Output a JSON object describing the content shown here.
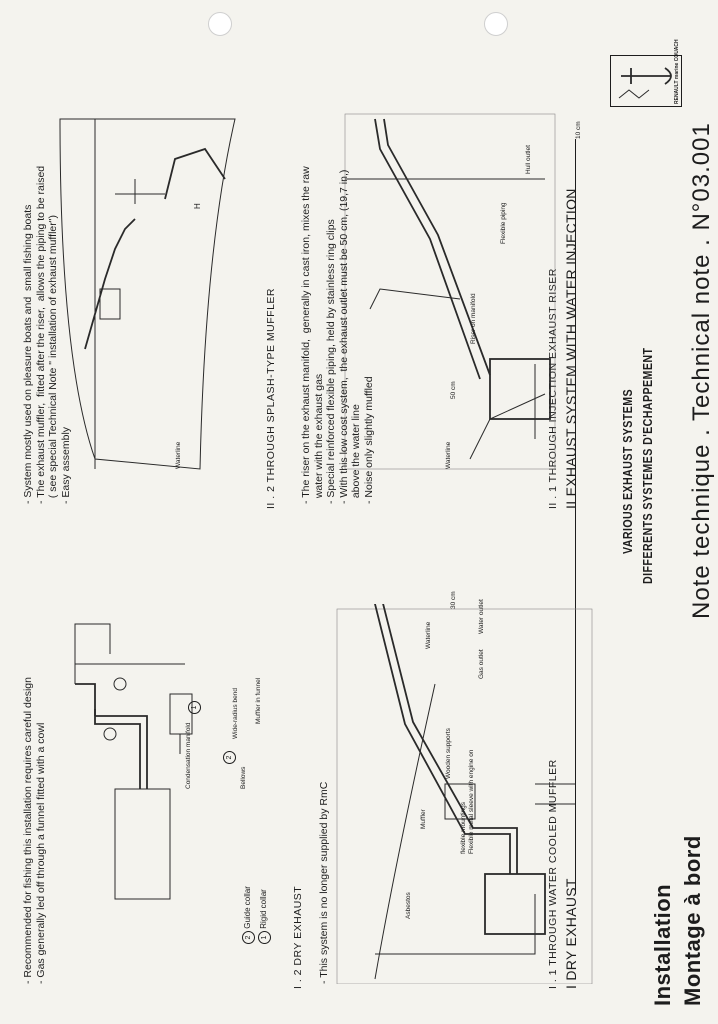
{
  "header": {
    "title_left_1": "Montage à bord",
    "title_left_2": "Installation",
    "title_main": "Note technique . Technical note . N°03.001",
    "subtitle_fr": "DIFFERENTS SYSTEMES D'ECHAPPEMENT",
    "subtitle_en": "VARIOUS EXHAUST SYSTEMS",
    "logo_text": "RENAULT marine COUACH"
  },
  "sections": {
    "dry_title": "I DRY EXHAUST",
    "i1_title": "I . 1   THROUGH WATER COOLED MUFFLER",
    "i1_note": "- This system is no longer supplied by RmC",
    "i2_title": "I . 2   DRY EXHAUST",
    "i2_legend_1": "Rigid collar",
    "i2_legend_2": "Guide collar",
    "i2_notes": "- Recommended for fishing this installation requires careful design\n- Gas generally led off through a funnel fitted with a cowl",
    "wet_title": "II EXHAUST SYSTEM WITH WATER INJECTION",
    "ii1_title": "II . 1   THROUGH INJECTION EXHAUST RISER",
    "ii1_notes": "- The riser on the exhaust manifold,  generally in cast iron, mixes the raw\n  water with the exhaust gas\n- Special reinforced flexible piping, held by stainless ring clips\n- With this low cost system,  the exhaust outlet must be 50 cm, (19,7 in,)\n  above the water line\n- Noise only slightly muffled",
    "ii2_title": "II . 2   THROUGH SPLASH-TYPE MUFFLER",
    "ii2_notes": "- System mostly used on pleasure boats and  small fishing boats\n- The exhaust muffler,  fitted after the riser,  allows the piping to be raised\n  ( see special Technical Note \" installation of exhaust muffler\")\n- Easy assembly"
  },
  "labels": {
    "i1": {
      "water_outlet": "Water outlet",
      "gas_outlet": "Gas outlet",
      "waterline": "Waterline",
      "dim_30": "30 cm",
      "wooden_supports": "Wooden supports",
      "flex_sleeve": "Flexible metal sleeve with engine on",
      "flex_mount": "flexible mountings",
      "muffler": "Muffler",
      "asbestos": "Asbestos"
    },
    "i2": {
      "muffler_funnel": "Muffler in funnel",
      "wide_bend": "Wide-radius bend",
      "bellows": "Bellows",
      "cond_manifold": "Condensation manifold",
      "n1": "1",
      "n2": "2"
    },
    "ii1": {
      "dim_10": "10 cm",
      "hull_outlet": "Hull outlet",
      "flex_piping": "Flexible piping",
      "riser": "Riser on manifold",
      "dim_50": "50 cm",
      "waterline": "Waterline"
    },
    "ii2": {
      "h": "H",
      "waterline": "Waterline"
    }
  }
}
